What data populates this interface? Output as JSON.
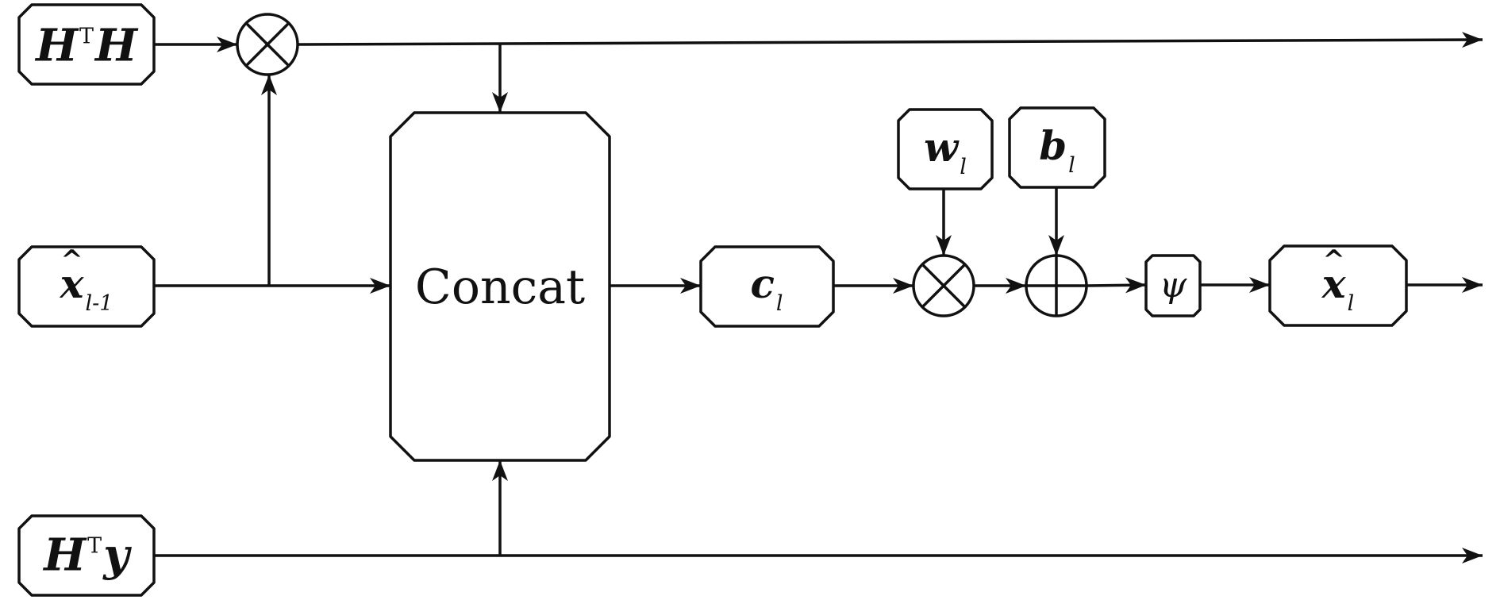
{
  "nodes": {
    "hth": {
      "main": "H",
      "sup": "T",
      "main2": "H"
    },
    "x_prev": {
      "main": "x",
      "hat": "^",
      "sub": "l-1"
    },
    "hty": {
      "main": "H",
      "sup": "T",
      "main2": "y"
    },
    "concat": {
      "label": "Concat"
    },
    "c": {
      "main": "c",
      "sub": "l"
    },
    "w": {
      "main": "w",
      "sub": "l"
    },
    "b": {
      "main": "b",
      "sub": "l"
    },
    "psi": {
      "label": "ψ"
    },
    "x_out": {
      "main": "x",
      "hat": "^",
      "sub": "l"
    }
  },
  "operators": {
    "multiply_1": "⊗",
    "multiply_2": "⊗",
    "add": "⊕"
  },
  "colors": {
    "stroke": "#111111",
    "background": "#ffffff"
  }
}
